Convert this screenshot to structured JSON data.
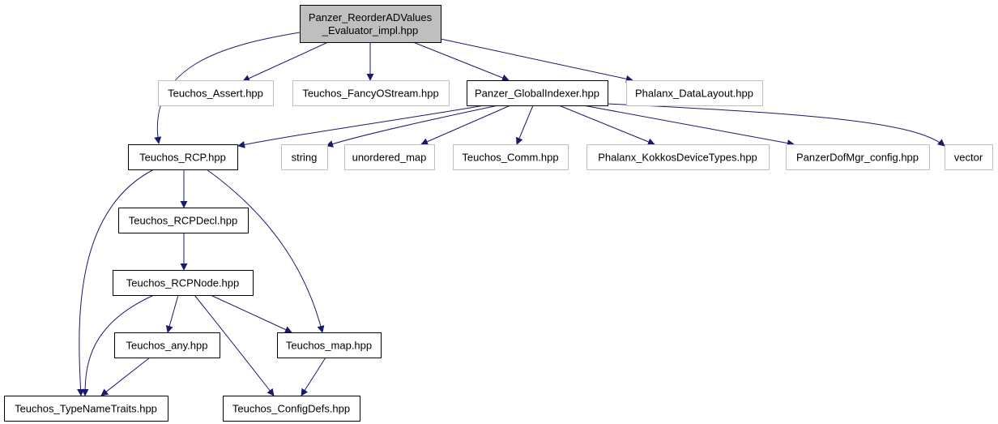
{
  "colors": {
    "edge": "#191970",
    "border_documented": "#000000",
    "border_external": "#bfbfbf",
    "fill_root": "#bfbfbf",
    "fill_node": "#ffffff",
    "text": "#000000"
  },
  "nodes": [
    {
      "id": "root",
      "lines": [
        "Panzer_ReorderADValues",
        "_Evaluator_impl.hpp"
      ],
      "kind": "root"
    },
    {
      "id": "teuchos_assert",
      "lines": [
        "Teuchos_Assert.hpp"
      ],
      "kind": "external"
    },
    {
      "id": "teuchos_fancyostream",
      "lines": [
        "Teuchos_FancyOStream.hpp"
      ],
      "kind": "external"
    },
    {
      "id": "panzer_globalindexer",
      "lines": [
        "Panzer_GlobalIndexer.hpp"
      ],
      "kind": "documented"
    },
    {
      "id": "phalanx_datalayout",
      "lines": [
        "Phalanx_DataLayout.hpp"
      ],
      "kind": "external"
    },
    {
      "id": "teuchos_rcp",
      "lines": [
        "Teuchos_RCP.hpp"
      ],
      "kind": "documented"
    },
    {
      "id": "string",
      "lines": [
        "string"
      ],
      "kind": "external"
    },
    {
      "id": "unordered_map",
      "lines": [
        "unordered_map"
      ],
      "kind": "external"
    },
    {
      "id": "teuchos_comm",
      "lines": [
        "Teuchos_Comm.hpp"
      ],
      "kind": "external"
    },
    {
      "id": "phalanx_kokkosdevicetypes",
      "lines": [
        "Phalanx_KokkosDeviceTypes.hpp"
      ],
      "kind": "external"
    },
    {
      "id": "panzerdofmgr_config",
      "lines": [
        "PanzerDofMgr_config.hpp"
      ],
      "kind": "external"
    },
    {
      "id": "vector",
      "lines": [
        "vector"
      ],
      "kind": "external"
    },
    {
      "id": "teuchos_rcpdecl",
      "lines": [
        "Teuchos_RCPDecl.hpp"
      ],
      "kind": "documented"
    },
    {
      "id": "teuchos_rcpnode",
      "lines": [
        "Teuchos_RCPNode.hpp"
      ],
      "kind": "documented"
    },
    {
      "id": "teuchos_any",
      "lines": [
        "Teuchos_any.hpp"
      ],
      "kind": "documented"
    },
    {
      "id": "teuchos_map",
      "lines": [
        "Teuchos_map.hpp"
      ],
      "kind": "documented"
    },
    {
      "id": "teuchos_typenametraits",
      "lines": [
        "Teuchos_TypeNameTraits.hpp"
      ],
      "kind": "documented"
    },
    {
      "id": "teuchos_configdefs",
      "lines": [
        "Teuchos_ConfigDefs.hpp"
      ],
      "kind": "documented"
    }
  ],
  "edges": [
    {
      "from": "root",
      "to": "teuchos_rcp"
    },
    {
      "from": "root",
      "to": "teuchos_assert"
    },
    {
      "from": "root",
      "to": "teuchos_fancyostream"
    },
    {
      "from": "root",
      "to": "panzer_globalindexer"
    },
    {
      "from": "root",
      "to": "phalanx_datalayout"
    },
    {
      "from": "panzer_globalindexer",
      "to": "teuchos_rcp"
    },
    {
      "from": "panzer_globalindexer",
      "to": "string"
    },
    {
      "from": "panzer_globalindexer",
      "to": "unordered_map"
    },
    {
      "from": "panzer_globalindexer",
      "to": "teuchos_comm"
    },
    {
      "from": "panzer_globalindexer",
      "to": "phalanx_kokkosdevicetypes"
    },
    {
      "from": "panzer_globalindexer",
      "to": "panzerdofmgr_config"
    },
    {
      "from": "panzer_globalindexer",
      "to": "vector"
    },
    {
      "from": "teuchos_rcp",
      "to": "teuchos_rcpdecl"
    },
    {
      "from": "teuchos_rcp",
      "to": "teuchos_typenametraits"
    },
    {
      "from": "teuchos_rcp",
      "to": "teuchos_map"
    },
    {
      "from": "teuchos_rcpdecl",
      "to": "teuchos_rcpnode"
    },
    {
      "from": "teuchos_rcpnode",
      "to": "teuchos_any"
    },
    {
      "from": "teuchos_rcpnode",
      "to": "teuchos_map"
    },
    {
      "from": "teuchos_rcpnode",
      "to": "teuchos_typenametraits"
    },
    {
      "from": "teuchos_rcpnode",
      "to": "teuchos_configdefs"
    },
    {
      "from": "teuchos_any",
      "to": "teuchos_typenametraits"
    },
    {
      "from": "teuchos_map",
      "to": "teuchos_configdefs"
    }
  ]
}
